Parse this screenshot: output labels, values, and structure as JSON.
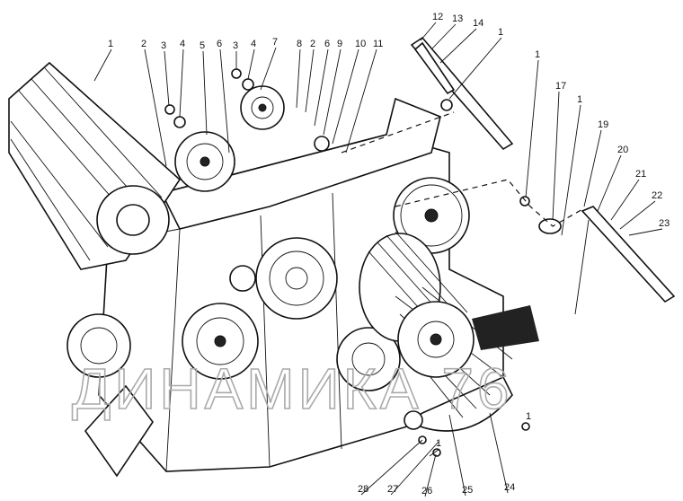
{
  "diagram": {
    "type": "exploded-parts-drawing",
    "watermark": "ДИНАМИКА 76",
    "callouts": [
      "1",
      "2",
      "3",
      "4",
      "5",
      "6",
      "3",
      "4",
      "7",
      "8",
      "2",
      "6",
      "9",
      "10",
      "11",
      "12",
      "13",
      "14",
      "1",
      "1",
      "17",
      "1",
      "19",
      "20",
      "21",
      "22",
      "23",
      "28",
      "27",
      "1",
      "26",
      "25",
      "24",
      "1"
    ]
  }
}
